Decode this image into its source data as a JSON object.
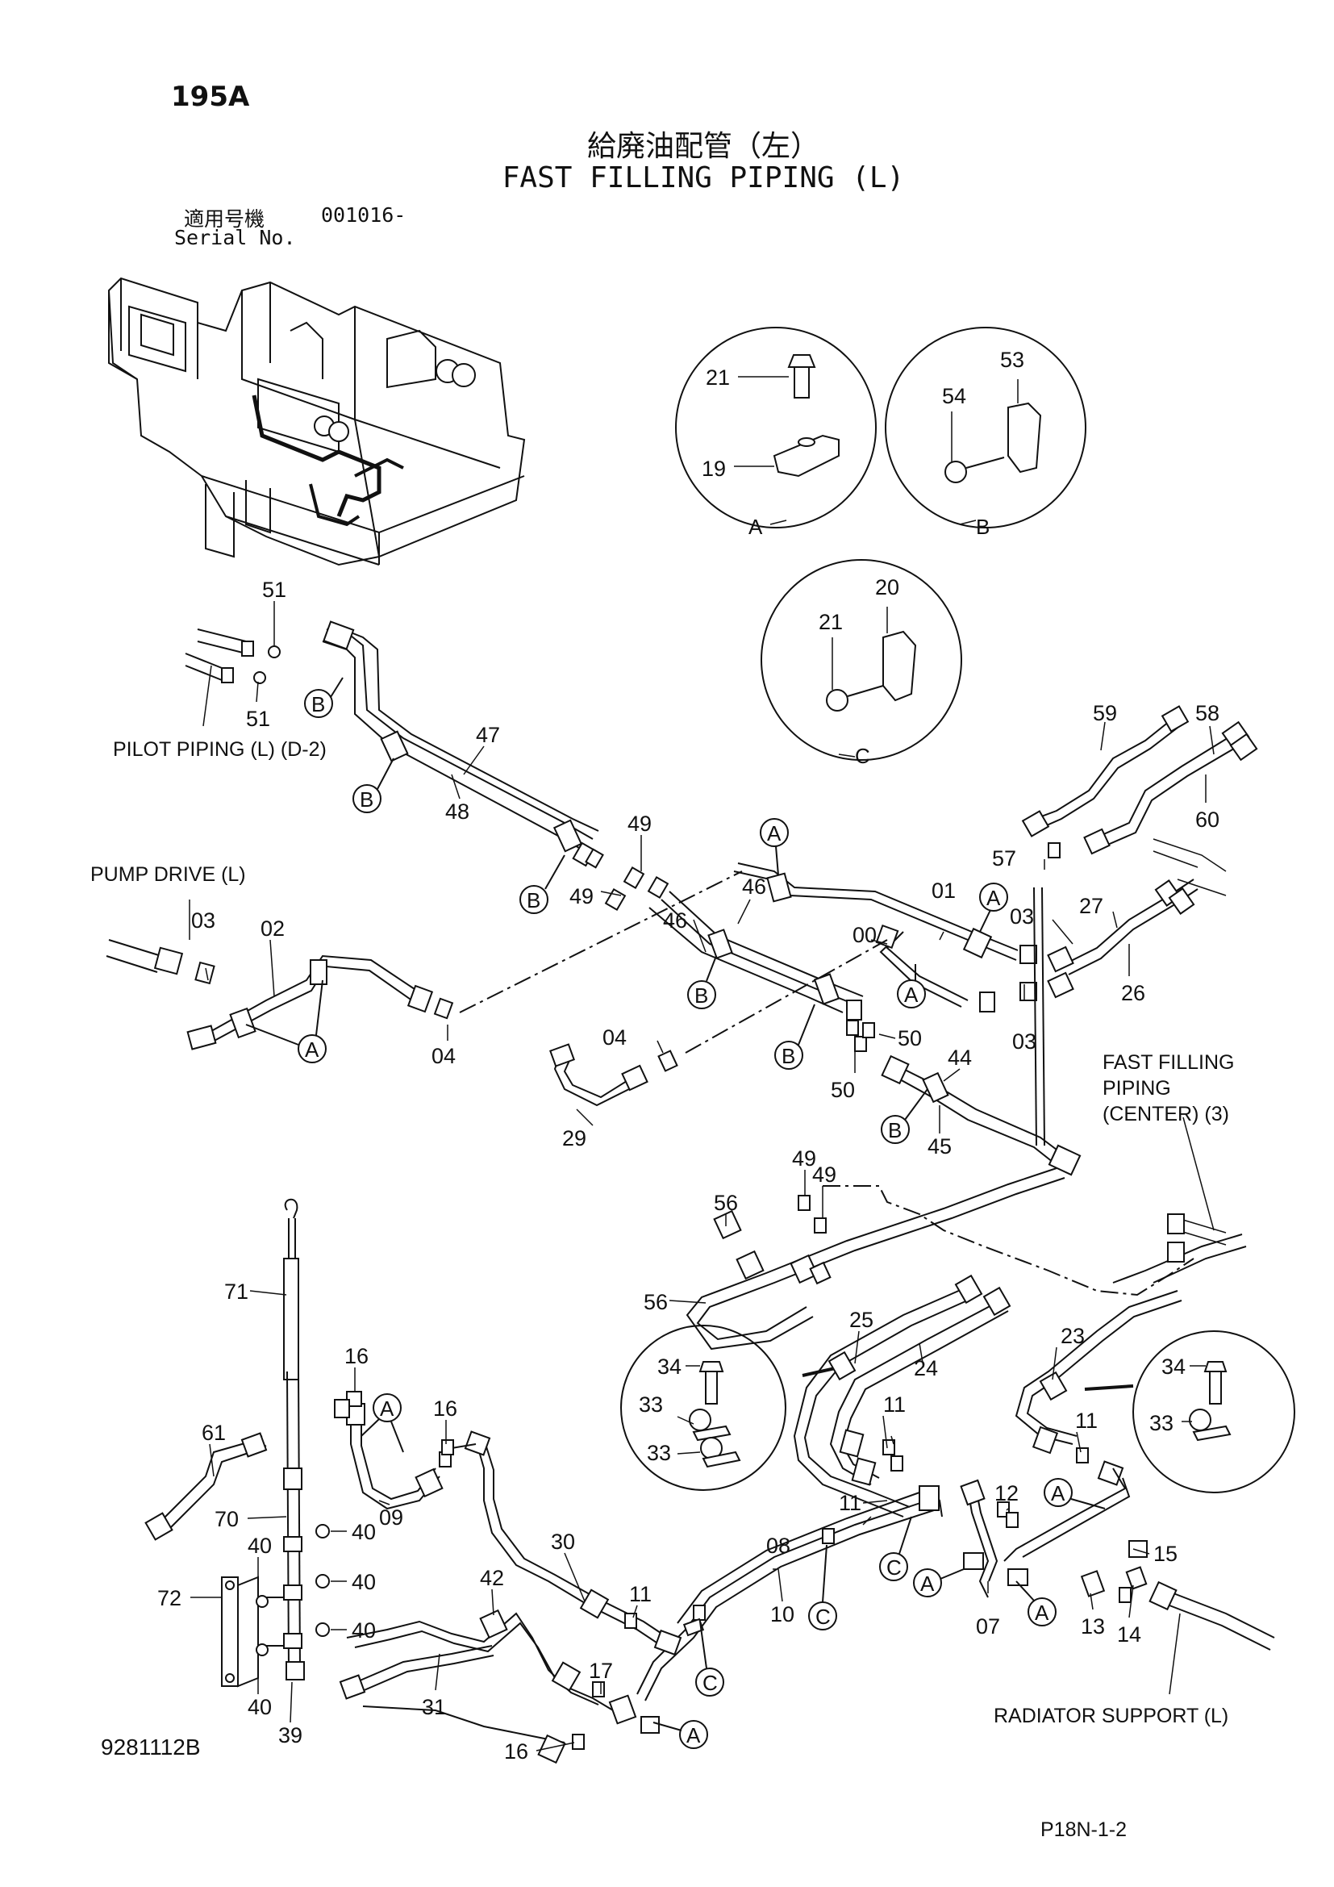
{
  "page": {
    "page_number": "195A",
    "title_jp": "給廃油配管（左）",
    "title_en": "FAST FILLING PIPING (L)",
    "serial_label_jp": "適用号機",
    "serial_number": "001016-",
    "serial_label_en": "Serial No.",
    "drawing_number": "9281112B",
    "sheet_reference": "P18N-1-2"
  },
  "detail_views": [
    {
      "letter": "A",
      "callouts": [
        "21",
        "19"
      ]
    },
    {
      "letter": "B",
      "callouts": [
        "54",
        "53"
      ]
    },
    {
      "letter": "C",
      "callouts": [
        "21",
        "20"
      ]
    }
  ],
  "notes": {
    "pilot_piping": "PILOT PIPING (L) (D-2)",
    "pump_drive": "PUMP DRIVE (L)",
    "fast_filling_center_1": "FAST FILLING",
    "fast_filling_center_2": "PIPING",
    "fast_filling_center_3": "(CENTER) (3)",
    "radiator_support": "RADIATOR SUPPORT (L)"
  },
  "callouts": [
    {
      "id": "c51a",
      "text": "51"
    },
    {
      "id": "c51b",
      "text": "51"
    },
    {
      "id": "c47",
      "text": "47"
    },
    {
      "id": "c48",
      "text": "48"
    },
    {
      "id": "c49a",
      "text": "49"
    },
    {
      "id": "c49b",
      "text": "49"
    },
    {
      "id": "c03a",
      "text": "03"
    },
    {
      "id": "c02",
      "text": "02"
    },
    {
      "id": "c04a",
      "text": "04"
    },
    {
      "id": "c46a",
      "text": "46"
    },
    {
      "id": "c46b",
      "text": "46"
    },
    {
      "id": "c00",
      "text": "00"
    },
    {
      "id": "c01",
      "text": "01"
    },
    {
      "id": "c03b",
      "text": "03"
    },
    {
      "id": "c03c",
      "text": "03"
    },
    {
      "id": "c27",
      "text": "27"
    },
    {
      "id": "c26",
      "text": "26"
    },
    {
      "id": "c57",
      "text": "57"
    },
    {
      "id": "c59",
      "text": "59"
    },
    {
      "id": "c58",
      "text": "58"
    },
    {
      "id": "c60",
      "text": "60"
    },
    {
      "id": "c04b",
      "text": "04"
    },
    {
      "id": "c50a",
      "text": "50"
    },
    {
      "id": "c50b",
      "text": "50"
    },
    {
      "id": "c44",
      "text": "44"
    },
    {
      "id": "c45",
      "text": "45"
    },
    {
      "id": "c29",
      "text": "29"
    },
    {
      "id": "c49c",
      "text": "49"
    },
    {
      "id": "c49d",
      "text": "49"
    },
    {
      "id": "c56a",
      "text": "56"
    },
    {
      "id": "c56b",
      "text": "56"
    },
    {
      "id": "c25",
      "text": "25"
    },
    {
      "id": "c24",
      "text": "24"
    },
    {
      "id": "c23",
      "text": "23"
    },
    {
      "id": "c34a",
      "text": "34"
    },
    {
      "id": "c33a",
      "text": "33"
    },
    {
      "id": "c33b",
      "text": "33"
    },
    {
      "id": "c34b",
      "text": "34"
    },
    {
      "id": "c33c",
      "text": "33"
    },
    {
      "id": "c71",
      "text": "71"
    },
    {
      "id": "c16a",
      "text": "16"
    },
    {
      "id": "c16b",
      "text": "16"
    },
    {
      "id": "c61",
      "text": "61"
    },
    {
      "id": "c09",
      "text": "09"
    },
    {
      "id": "c70",
      "text": "70"
    },
    {
      "id": "c40a",
      "text": "40"
    },
    {
      "id": "c40b",
      "text": "40"
    },
    {
      "id": "c40c",
      "text": "40"
    },
    {
      "id": "c40d",
      "text": "40"
    },
    {
      "id": "c40e",
      "text": "40"
    },
    {
      "id": "c72",
      "text": "72"
    },
    {
      "id": "c39",
      "text": "39"
    },
    {
      "id": "c30",
      "text": "30"
    },
    {
      "id": "c42",
      "text": "42"
    },
    {
      "id": "c11a",
      "text": "11"
    },
    {
      "id": "c11b",
      "text": "11"
    },
    {
      "id": "c11c",
      "text": "11"
    },
    {
      "id": "c11d",
      "text": "11"
    },
    {
      "id": "c08",
      "text": "08"
    },
    {
      "id": "c10",
      "text": "10"
    },
    {
      "id": "c17",
      "text": "17"
    },
    {
      "id": "c31",
      "text": "31"
    },
    {
      "id": "c16c",
      "text": "16"
    },
    {
      "id": "c12",
      "text": "12"
    },
    {
      "id": "c15",
      "text": "15"
    },
    {
      "id": "c07",
      "text": "07"
    },
    {
      "id": "c13",
      "text": "13"
    },
    {
      "id": "c14",
      "text": "14"
    }
  ],
  "section_markers": [
    {
      "id": "mB1",
      "letter": "B"
    },
    {
      "id": "mB2",
      "letter": "B"
    },
    {
      "id": "mB3",
      "letter": "B"
    },
    {
      "id": "mB4",
      "letter": "B"
    },
    {
      "id": "mB5",
      "letter": "B"
    },
    {
      "id": "mB6",
      "letter": "B"
    },
    {
      "id": "mA1",
      "letter": "A"
    },
    {
      "id": "mA2",
      "letter": "A"
    },
    {
      "id": "mA3",
      "letter": "A"
    },
    {
      "id": "mA4",
      "letter": "A"
    },
    {
      "id": "mA5",
      "letter": "A"
    },
    {
      "id": "mA6",
      "letter": "A"
    },
    {
      "id": "mA7",
      "letter": "A"
    },
    {
      "id": "mA8",
      "letter": "A"
    },
    {
      "id": "mA9",
      "letter": "A"
    },
    {
      "id": "mC1",
      "letter": "C"
    },
    {
      "id": "mC2",
      "letter": "C"
    },
    {
      "id": "mC3",
      "letter": "C"
    }
  ]
}
